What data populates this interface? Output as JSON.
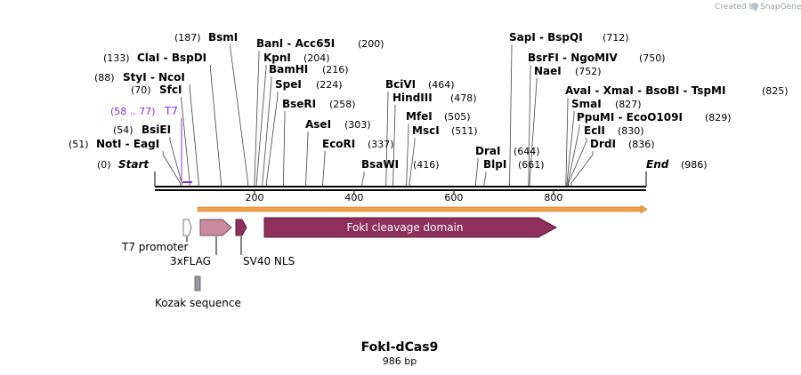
{
  "credit": {
    "prefix": "Created by",
    "brand": "SnapGene"
  },
  "map": {
    "name": "FokI-dCas9",
    "length_label": "986 bp",
    "length": 986,
    "start_label": "Start",
    "start_pos": "(0)",
    "end_label": "End",
    "end_pos": "(986)"
  },
  "ruler_ticks": [
    "200",
    "400",
    "600",
    "800"
  ],
  "sites": [
    {
      "id": "bsmi",
      "name": "BsmI",
      "pos": "(187)",
      "bp": 187
    },
    {
      "id": "clai",
      "name": "ClaI - BspDI",
      "pos": "(133)",
      "bp": 133
    },
    {
      "id": "styi",
      "name": "StyI - NcoI",
      "pos": "(88)",
      "bp": 88
    },
    {
      "id": "sfci",
      "name": "SfcI",
      "pos": "(70)",
      "bp": 70
    },
    {
      "id": "bsiei",
      "name": "BsiEI",
      "pos": "(54)",
      "bp": 54
    },
    {
      "id": "noti",
      "name": "NotI - EagI",
      "pos": "(51)",
      "bp": 51
    },
    {
      "id": "bani",
      "name": "BanI - Acc65I",
      "pos": "(200)",
      "bp": 200
    },
    {
      "id": "kpni",
      "name": "KpnI",
      "pos": "(204)",
      "bp": 204
    },
    {
      "id": "bamhi",
      "name": "BamHI",
      "pos": "(216)",
      "bp": 216
    },
    {
      "id": "spei",
      "name": "SpeI",
      "pos": "(224)",
      "bp": 224
    },
    {
      "id": "bseri",
      "name": "BseRI",
      "pos": "(258)",
      "bp": 258
    },
    {
      "id": "asei",
      "name": "AseI",
      "pos": "(303)",
      "bp": 303
    },
    {
      "id": "ecori",
      "name": "EcoRI",
      "pos": "(337)",
      "bp": 337
    },
    {
      "id": "bsawi",
      "name": "BsaWI",
      "pos": "(416)",
      "bp": 416
    },
    {
      "id": "bcivi",
      "name": "BciVI",
      "pos": "(464)",
      "bp": 464
    },
    {
      "id": "hindiii",
      "name": "HindIII",
      "pos": "(478)",
      "bp": 478
    },
    {
      "id": "mfei",
      "name": "MfeI",
      "pos": "(505)",
      "bp": 505
    },
    {
      "id": "msci",
      "name": "MscI",
      "pos": "(511)",
      "bp": 511
    },
    {
      "id": "drai",
      "name": "DraI",
      "pos": "(644)",
      "bp": 644
    },
    {
      "id": "blpi",
      "name": "BlpI",
      "pos": "(661)",
      "bp": 661
    },
    {
      "id": "sapi",
      "name": "SapI - BspQI",
      "pos": "(712)",
      "bp": 712
    },
    {
      "id": "bsrfi",
      "name": "BsrFI - NgoMIV",
      "pos": "(750)",
      "bp": 750
    },
    {
      "id": "naei",
      "name": "NaeI",
      "pos": "(752)",
      "bp": 752
    },
    {
      "id": "avai",
      "name": "AvaI - XmaI - BsoBI - TspMI",
      "pos": "(825)",
      "bp": 825
    },
    {
      "id": "smai",
      "name": "SmaI",
      "pos": "(827)",
      "bp": 827
    },
    {
      "id": "ppumi",
      "name": "PpuMI - EcoO109I",
      "pos": "(829)",
      "bp": 829
    },
    {
      "id": "ecli",
      "name": "EclI",
      "pos": "(830)",
      "bp": 830
    },
    {
      "id": "drdi",
      "name": "DrdI",
      "pos": "(836)",
      "bp": 836
    }
  ],
  "primer": {
    "name": "T7",
    "pos": "(58 .. 77)",
    "color": "#8a2be2"
  },
  "features": {
    "t7_promoter": {
      "label": "T7 promoter",
      "color": "#ffffff"
    },
    "flag": {
      "label": "3xFLAG",
      "color": "#c9899f"
    },
    "nls": {
      "label": "SV40 NLS",
      "color": "#8e2f5c"
    },
    "foki": {
      "label": "FokI cleavage domain",
      "color": "#8e2f5c"
    },
    "kozak": {
      "label": "Kozak sequence",
      "color": "#9a9aa6"
    },
    "orf_color": "#f0a34a"
  }
}
